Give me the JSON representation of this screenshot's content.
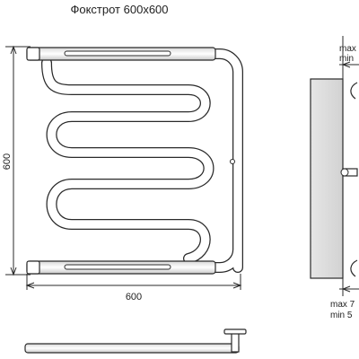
{
  "title": "Фокстрот 600х600",
  "dimensions": {
    "height": "600",
    "width": "600"
  },
  "side_view": {
    "top_label_1": "max",
    "top_label_2": "min",
    "bottom_label_1": "max 7",
    "bottom_label_2": "min 5"
  }
}
